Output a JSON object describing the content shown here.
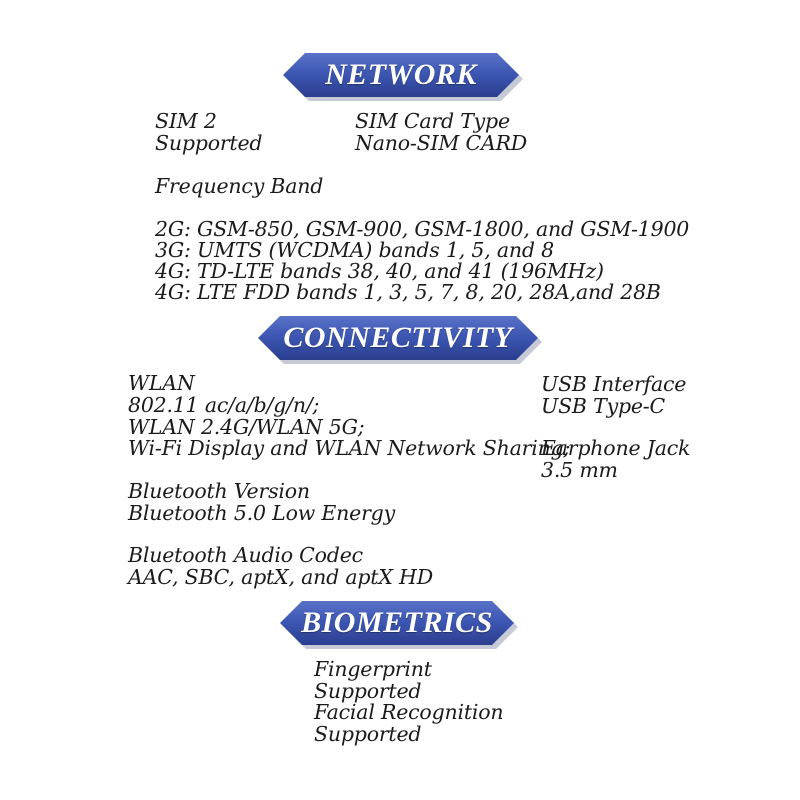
{
  "sections": {
    "network": {
      "title": "NETWORK",
      "sim_label": "SIM 2",
      "sim_value": "Supported",
      "sim_type_label": "SIM Card Type",
      "sim_type_value": "Nano-SIM CARD",
      "frequency_label": "Frequency Band",
      "bands": [
        "2G: GSM-850, GSM-900, GSM-1800, and GSM-1900",
        "3G: UMTS (WCDMA) bands 1, 5, and 8",
        "4G: TD-LTE bands 38, 40, and 41 (196MHz)",
        "4G: LTE FDD bands 1, 3, 5, 7, 8, 20, 28A,and 28B"
      ]
    },
    "connectivity": {
      "title": "CONNECTIVITY",
      "wlan_label": "WLAN",
      "wlan_lines": [
        "802.11 ac/a/b/g/n/;",
        "WLAN 2.4G/WLAN 5G;",
        "Wi-Fi Display and WLAN Network Sharing;"
      ],
      "bt_version_label": "Bluetooth Version",
      "bt_version_value": "Bluetooth 5.0 Low Energy",
      "bt_codec_label": "Bluetooth Audio Codec",
      "bt_codec_value": "AAC, SBC, aptX, and aptX HD",
      "usb_label": "USB Interface",
      "usb_value": "USB Type-C",
      "earphone_label": "Earphone Jack",
      "earphone_value": "3.5 mm"
    },
    "biometrics": {
      "title": "BIOMETRICS",
      "fingerprint_label": "Fingerprint",
      "fingerprint_value": "Supported",
      "face_label": "Facial Recognition",
      "face_value": "Supported"
    }
  },
  "colors": {
    "banner_top": "#5a72c8",
    "banner_bottom": "#2a3f8f",
    "text": "#1b1b1b"
  }
}
